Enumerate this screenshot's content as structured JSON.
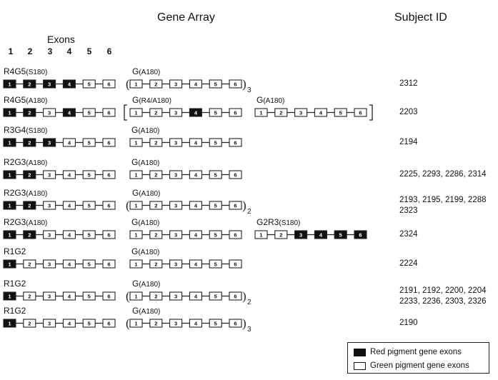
{
  "header": {
    "gene_array": "Gene Array",
    "subject_id": "Subject ID",
    "exons": "Exons",
    "exon_numbers": [
      "1",
      "2",
      "3",
      "4",
      "5",
      "6"
    ]
  },
  "colors": {
    "red_exon": "#111111",
    "green_exon": "#ffffff",
    "line": "#222222"
  },
  "rows": [
    {
      "label": "R4G5",
      "variant": "(S180)",
      "genes": [
        {
          "label": "",
          "variant": "",
          "pattern": [
            1,
            1,
            1,
            1,
            0,
            0
          ]
        },
        {
          "label": "G",
          "variant": "(A180)",
          "pattern": [
            0,
            0,
            0,
            0,
            0,
            0
          ],
          "paren": true,
          "sub": "3"
        }
      ],
      "subject_ids": [
        "2312"
      ]
    },
    {
      "label": "R4G5",
      "variant": "(A180)",
      "genes": [
        {
          "label": "",
          "variant": "",
          "pattern": [
            1,
            1,
            0,
            1,
            0,
            0
          ]
        },
        {
          "label": "G",
          "variant": "(R4/A180)",
          "pattern": [
            0,
            0,
            0,
            1,
            0,
            0
          ],
          "bracket": true
        },
        {
          "label": "G",
          "variant": "(A180)",
          "pattern": [
            0,
            0,
            0,
            0,
            0,
            0
          ]
        }
      ],
      "subject_ids": [
        "2203"
      ]
    },
    {
      "label": "R3G4",
      "variant": "(S180)",
      "genes": [
        {
          "label": "",
          "variant": "",
          "pattern": [
            1,
            1,
            1,
            0,
            0,
            0
          ]
        },
        {
          "label": "G",
          "variant": "(A180)",
          "pattern": [
            0,
            0,
            0,
            0,
            0,
            0
          ]
        }
      ],
      "subject_ids": [
        "2194"
      ]
    },
    {
      "label": "R2G3",
      "variant": "(A180)",
      "genes": [
        {
          "label": "",
          "variant": "",
          "pattern": [
            1,
            1,
            0,
            0,
            0,
            0
          ]
        },
        {
          "label": "G",
          "variant": "(A180)",
          "pattern": [
            0,
            0,
            0,
            0,
            0,
            0
          ]
        }
      ],
      "subject_ids": [
        "2225, 2293, 2286, 2314"
      ]
    },
    {
      "label": "R2G3",
      "variant": "(A180)",
      "genes": [
        {
          "label": "",
          "variant": "",
          "pattern": [
            1,
            1,
            0,
            0,
            0,
            0
          ]
        },
        {
          "label": "G",
          "variant": "(A180)",
          "pattern": [
            0,
            0,
            0,
            0,
            0,
            0
          ],
          "paren": true,
          "sub": "2"
        }
      ],
      "subject_ids": [
        "2193, 2195, 2199, 2288",
        "2323"
      ]
    },
    {
      "label": "R2G3",
      "variant": "(A180)",
      "genes": [
        {
          "label": "",
          "variant": "",
          "pattern": [
            1,
            1,
            0,
            0,
            0,
            0
          ]
        },
        {
          "label": "G",
          "variant": "(A180)",
          "pattern": [
            0,
            0,
            0,
            0,
            0,
            0
          ]
        },
        {
          "label": "G2R3",
          "variant": "(S180)",
          "pattern": [
            0,
            0,
            1,
            1,
            1,
            1
          ]
        }
      ],
      "subject_ids": [
        "2324"
      ]
    },
    {
      "label": "R1G2",
      "variant": "",
      "genes": [
        {
          "label": "",
          "variant": "",
          "pattern": [
            1,
            0,
            0,
            0,
            0,
            0
          ]
        },
        {
          "label": "G",
          "variant": "(A180)",
          "pattern": [
            0,
            0,
            0,
            0,
            0,
            0
          ]
        }
      ],
      "subject_ids": [
        "2224"
      ]
    },
    {
      "label": "R1G2",
      "variant": "",
      "genes": [
        {
          "label": "",
          "variant": "",
          "pattern": [
            1,
            0,
            0,
            0,
            0,
            0
          ]
        },
        {
          "label": "G",
          "variant": "(A180)",
          "pattern": [
            0,
            0,
            0,
            0,
            0,
            0
          ],
          "paren": true,
          "sub": "2"
        }
      ],
      "subject_ids": [
        "2191, 2192, 2200, 2204",
        "2233, 2236, 2303, 2326"
      ]
    },
    {
      "label": "R1G2",
      "variant": "",
      "genes": [
        {
          "label": "",
          "variant": "",
          "pattern": [
            1,
            0,
            0,
            0,
            0,
            0
          ]
        },
        {
          "label": "G",
          "variant": "(A180)",
          "pattern": [
            0,
            0,
            0,
            0,
            0,
            0
          ],
          "paren": true,
          "sub": "3"
        }
      ],
      "subject_ids": [
        "2190"
      ]
    }
  ],
  "legend": {
    "red": "Red pigment gene exons",
    "green": "Green pigment gene exons"
  }
}
